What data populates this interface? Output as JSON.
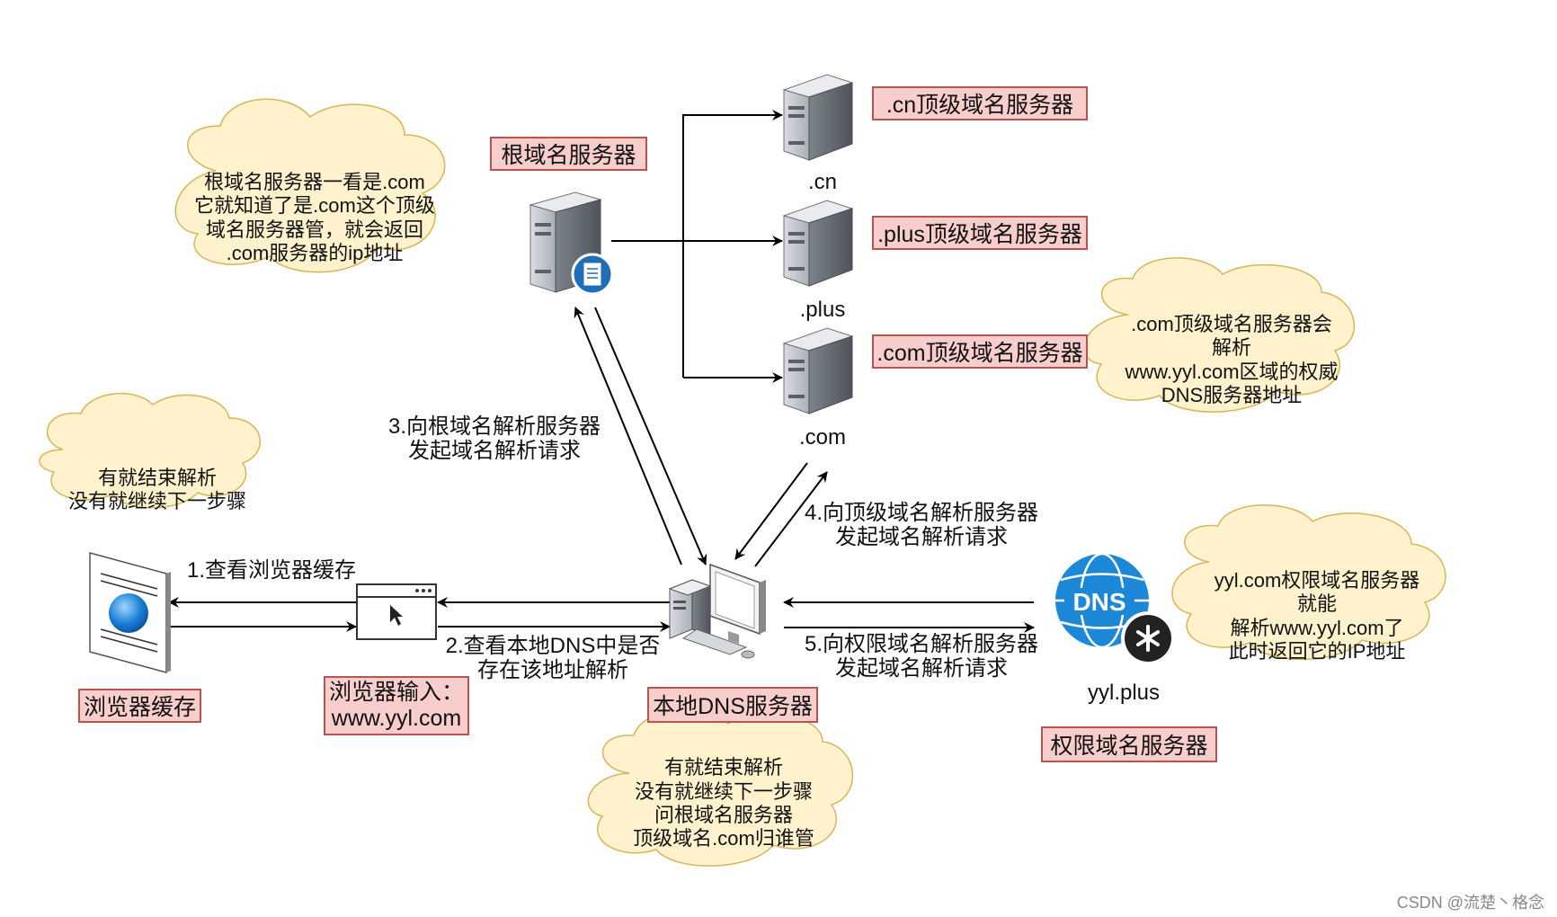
{
  "nodes": {
    "root_server": {
      "title": "根域名服务器"
    },
    "tld_cn": {
      "title": ".cn顶级域名服务器",
      "name": ".cn"
    },
    "tld_plus": {
      "title": ".plus顶级域名服务器",
      "name": ".plus"
    },
    "tld_com": {
      "title": ".com顶级域名服务器",
      "name": ".com"
    },
    "browser_cache": {
      "title": "浏览器缓存"
    },
    "browser_input": {
      "lines": [
        "浏览器输入：",
        "www.yyl.com"
      ]
    },
    "local_dns": {
      "title": "本地DNS服务器"
    },
    "auth_server": {
      "title": "权限域名服务器",
      "name": "yyl.plus",
      "icon_text": "DNS"
    }
  },
  "steps": {
    "step1": "1.查看浏览器缓存",
    "step2": [
      "2.查看本地DNS中是否",
      "存在该地址解析"
    ],
    "step3": [
      "3.向根域名解析服务器",
      "发起域名解析请求"
    ],
    "step4": [
      "4.向顶级域名解析服务器",
      "发起域名解析请求"
    ],
    "step5": [
      "5.向权限域名解析服务器",
      "发起域名解析请求"
    ]
  },
  "clouds": {
    "root_note": [
      "根域名服务器一看是.com",
      "它就知道了是.com这个顶级",
      "域名服务器管，就会返回",
      ".com服务器的ip地址"
    ],
    "browser_note": [
      "有就结束解析",
      "没有就继续下一步骤"
    ],
    "com_note": [
      ".com顶级域名服务器会解析",
      "www.yyl.com区域的权威",
      "DNS服务器地址"
    ],
    "auth_note": [
      "yyl.com权限域名服务器就能",
      "解析www.yyl.com了",
      "此时返回它的IP地址"
    ],
    "local_note": [
      "有就结束解析",
      "没有就继续下一步骤",
      "问根域名服务器",
      "顶级域名.com归谁管"
    ]
  },
  "watermark": "CSDN @流楚丶格念",
  "colors": {
    "label_fill": "#f8cecc",
    "label_border": "#b85450",
    "cloud_fill": "#fff2cc",
    "cloud_border": "#d6b656",
    "dns_blue": "#1e88d8"
  }
}
